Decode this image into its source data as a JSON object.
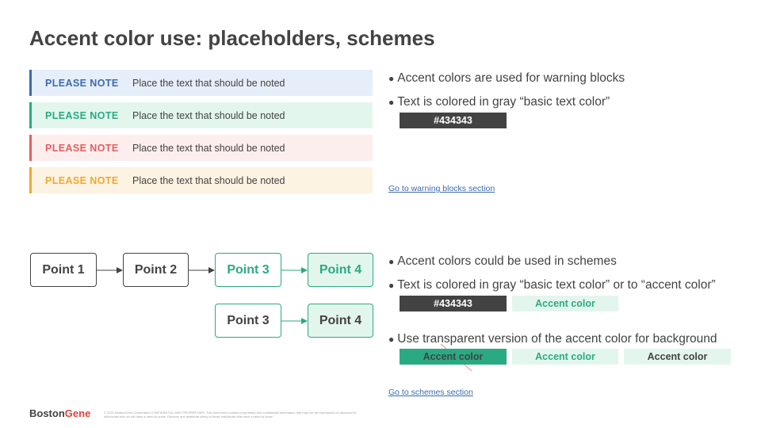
{
  "title": "Accent color use: placeholders, schemes",
  "notes": [
    {
      "tag": "PLEASE NOTE",
      "text": "Place the text that should be noted",
      "accent": "#3c6bb0",
      "bg": "#e6eefa"
    },
    {
      "tag": "PLEASE NOTE",
      "text": "Place the text that should be noted",
      "accent": "#2aaa82",
      "bg": "#e3f6ee"
    },
    {
      "tag": "PLEASE NOTE",
      "text": "Place the text that should be noted",
      "accent": "#e06060",
      "bg": "#fdeeee"
    },
    {
      "tag": "PLEASE NOTE",
      "text": "Place the text that should be noted",
      "accent": "#f0a830",
      "bg": "#fdf3e3"
    }
  ],
  "top_section": {
    "bullet1": "Accent colors are used for warning blocks",
    "bullet2": "Text is colored in gray “basic text color”",
    "swatch_dark": "#434343",
    "link": "Go to warning blocks section"
  },
  "scheme": {
    "row1": [
      "Point 1",
      "Point 2",
      "Point 3",
      "Point 4"
    ],
    "row2": [
      "Point 3",
      "Point 4"
    ]
  },
  "bottom_section": {
    "bullet1": "Accent colors could be used in schemes",
    "bullet2": "Text is colored in gray “basic text color” or to “accent color”",
    "swatch_dark": "#434343",
    "swatch_accent": "Accent color",
    "bullet3": "Use transparent version of the accent color for background",
    "bg_swatch1": "Accent color",
    "bg_swatch2": "Accent color",
    "bg_swatch3": "Accent color",
    "link": "Go to schemes section"
  },
  "footer": {
    "logo_part1": "Boston",
    "logo_part2": "Gene",
    "legal": "© 2021 BostonGene Corporation CONFIDENTIAL AND PROPRIETARY. This document contains proprietary and confidential information that may not be reproduced or disclosed to individuals who do not have a need-to-know. Disclose and distribute solely to those individuals that have a need-to-know."
  },
  "colors": {
    "text": "#434343",
    "accent_green": "#2aaa82",
    "accent_green_light": "#e3f6ee",
    "accent_blue": "#3c6bb0",
    "accent_red": "#e06060",
    "accent_orange": "#f0a830"
  }
}
